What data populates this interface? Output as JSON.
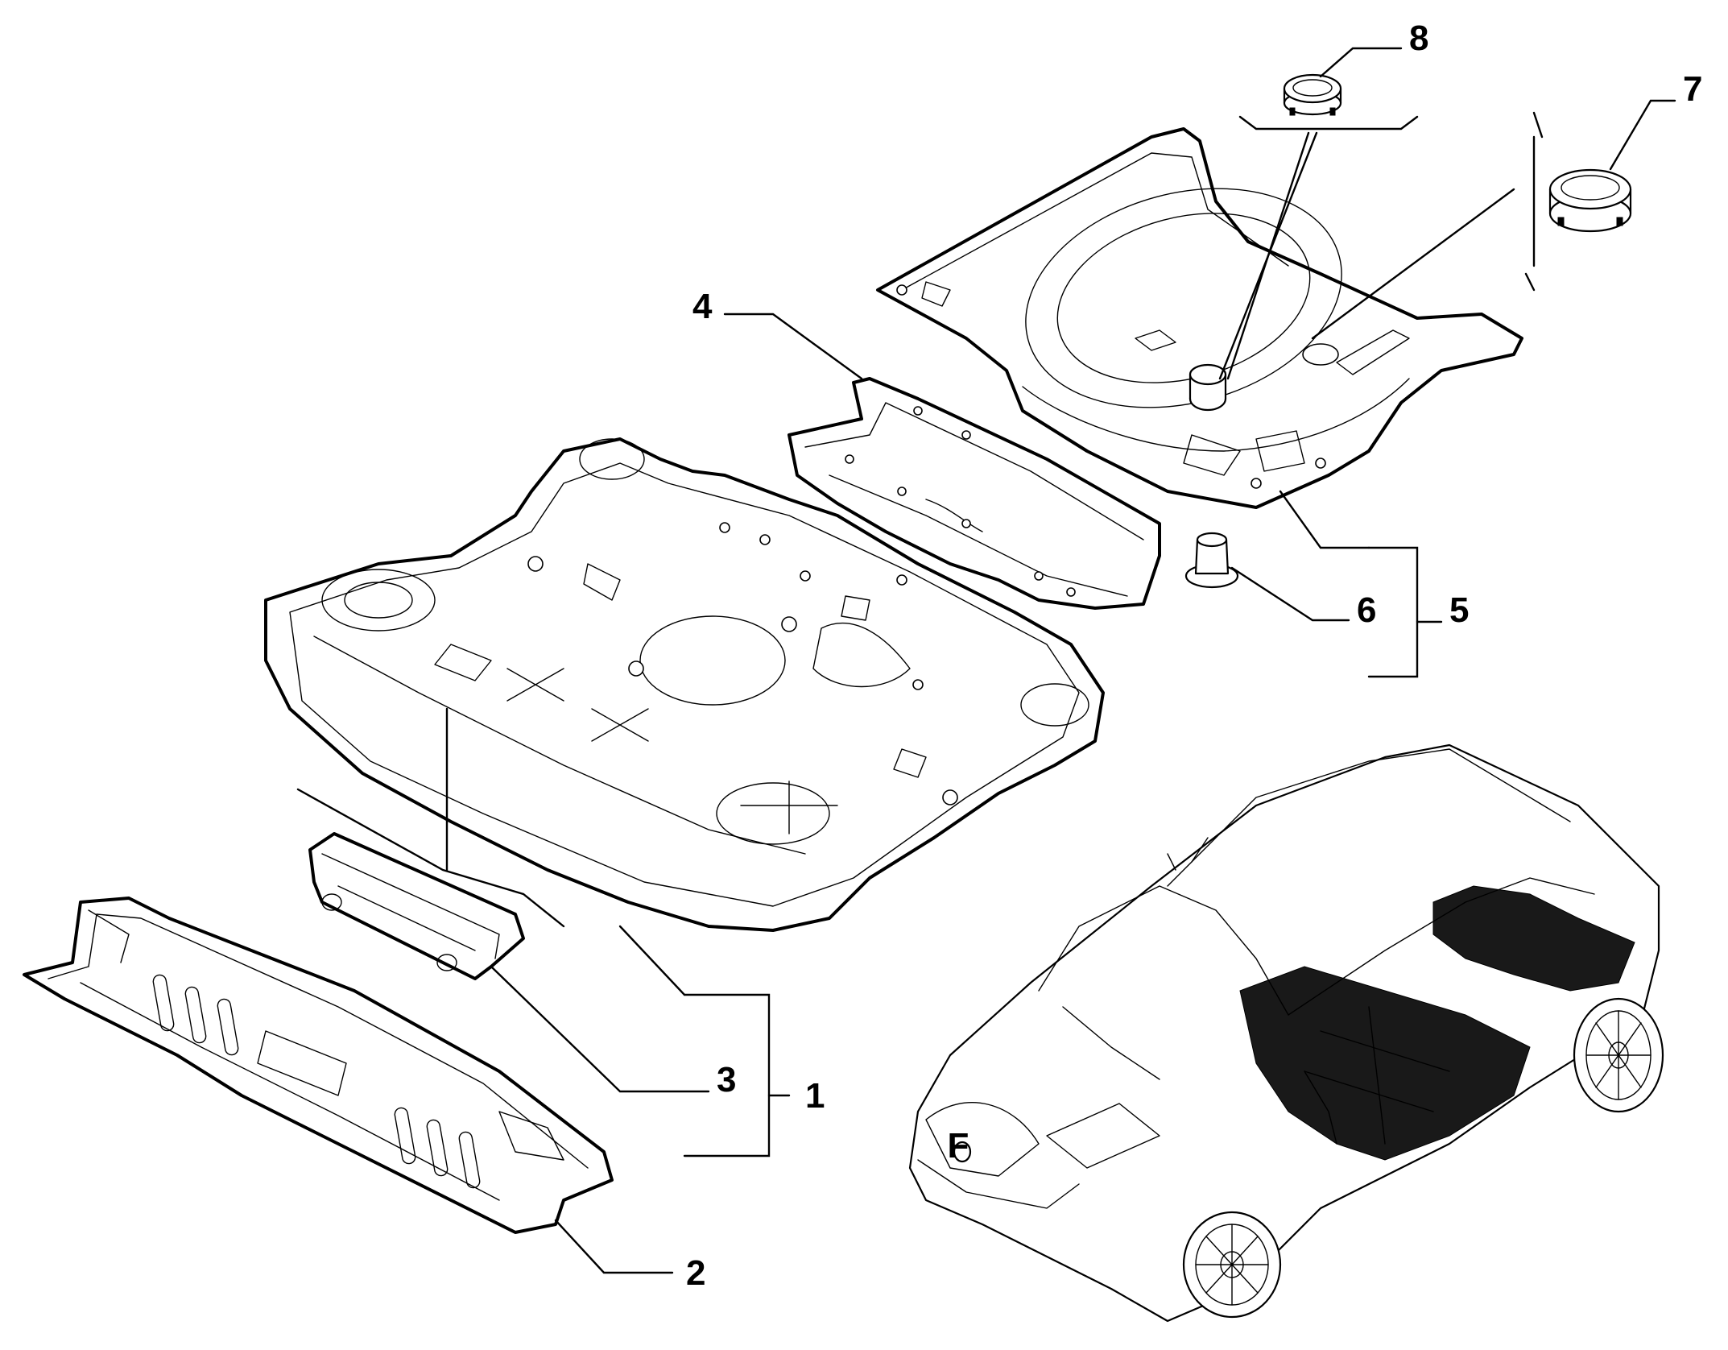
{
  "diagram": {
    "callouts": [
      {
        "id": "1",
        "label": "1"
      },
      {
        "id": "2",
        "label": "2"
      },
      {
        "id": "3",
        "label": "3"
      },
      {
        "id": "4",
        "label": "4"
      },
      {
        "id": "5",
        "label": "5"
      },
      {
        "id": "6",
        "label": "6"
      },
      {
        "id": "7",
        "label": "7"
      },
      {
        "id": "8",
        "label": "8"
      }
    ],
    "brand_emblem": "F"
  },
  "colors": {
    "line": "#000000",
    "background": "#ffffff"
  }
}
